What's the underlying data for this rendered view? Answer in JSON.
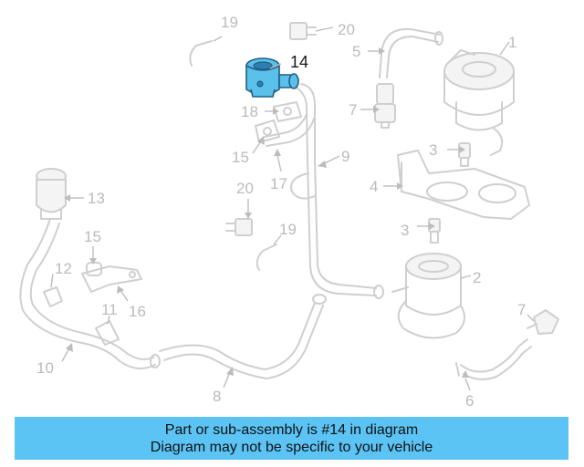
{
  "callouts": {
    "c1": "1",
    "c2": "2",
    "c3a": "3",
    "c3b": "3",
    "c4": "4",
    "c5": "5",
    "c6": "6",
    "c7a": "7",
    "c7b": "7",
    "c8": "8",
    "c9": "9",
    "c10": "10",
    "c11": "11",
    "c12": "12",
    "c13": "13",
    "c14": "14",
    "c15a": "15",
    "c15b": "15",
    "c16": "16",
    "c17": "17",
    "c18": "18",
    "c19a": "19",
    "c19b": "19",
    "c20a": "20",
    "c20b": "20"
  },
  "highlighted_part": "14",
  "banner": {
    "line1": "Part or sub-assembly is #14 in diagram",
    "line2": "Diagram may not be specific to your vehicle"
  },
  "colors": {
    "highlight": "#5bc0ea",
    "banner": "#5bc4f5",
    "line_art": "#cfcfcf",
    "callout_text": "#bbbbbb"
  }
}
